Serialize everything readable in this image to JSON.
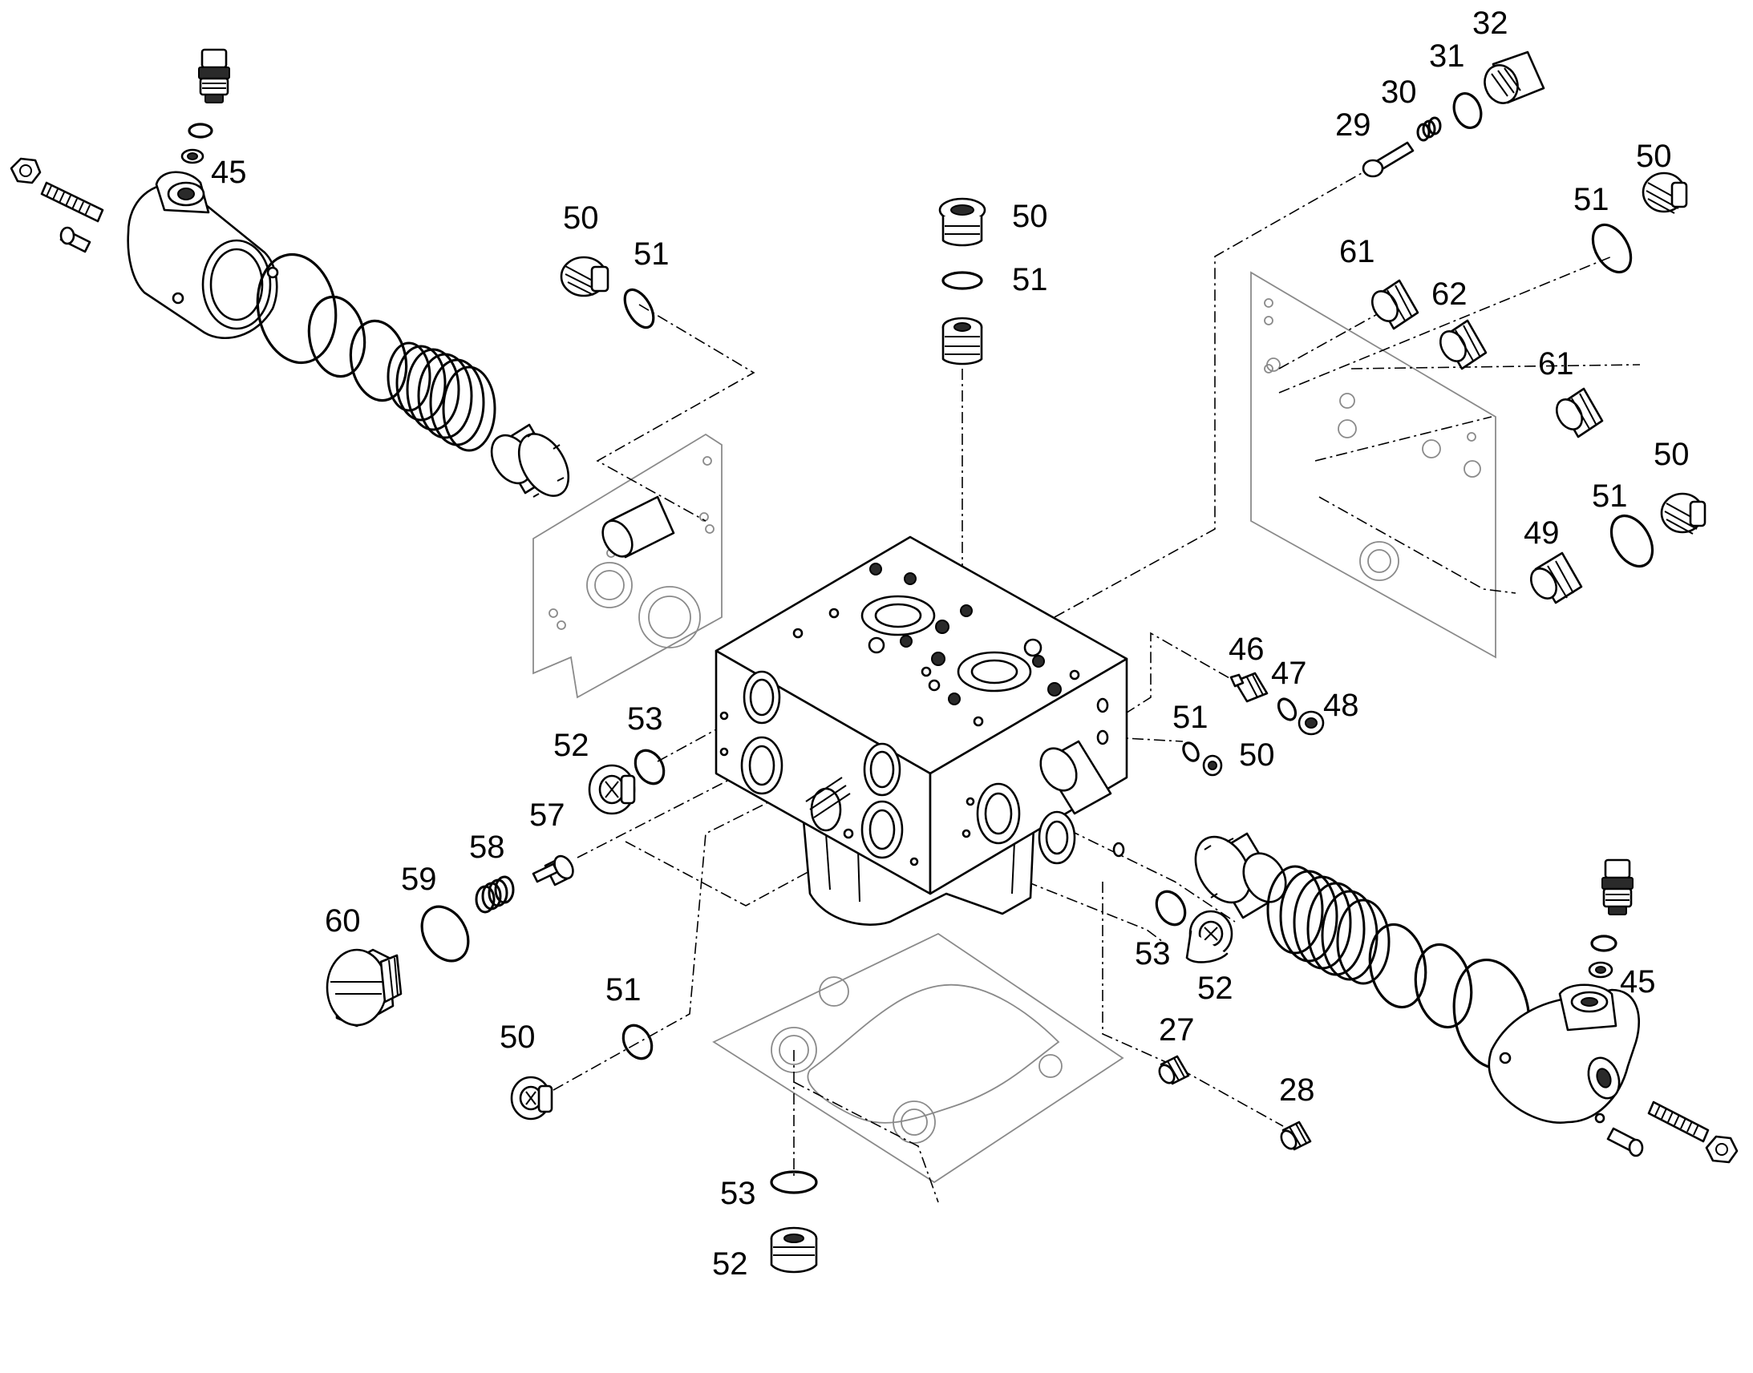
{
  "diagram": {
    "style": "exploded-view parts drawing",
    "colors": {
      "line": "#000000",
      "gasket": "#8a8a8a",
      "background": "#ffffff"
    },
    "callouts": {
      "c45_top": "45",
      "c45_bottom": "45",
      "c29": "29",
      "c30": "30",
      "c31": "31",
      "c32": "32",
      "c50_a": "50",
      "c51_a": "51",
      "c50_b": "50",
      "c51_b": "51",
      "c50_c": "50",
      "c51_c": "51",
      "c61_a": "61",
      "c62": "62",
      "c61_b": "61",
      "c50_d": "50",
      "c51_d": "51",
      "c49": "49",
      "c46": "46",
      "c47": "47",
      "c48": "48",
      "c51_e": "51",
      "c50_e": "50",
      "c52_a": "52",
      "c53_a": "53",
      "c57": "57",
      "c58": "58",
      "c59": "59",
      "c60": "60",
      "c53_b": "53",
      "c52_b": "52",
      "c51_f": "51",
      "c50_f": "50",
      "c27": "27",
      "c28": "28",
      "c53_c": "53",
      "c52_c": "52"
    }
  }
}
